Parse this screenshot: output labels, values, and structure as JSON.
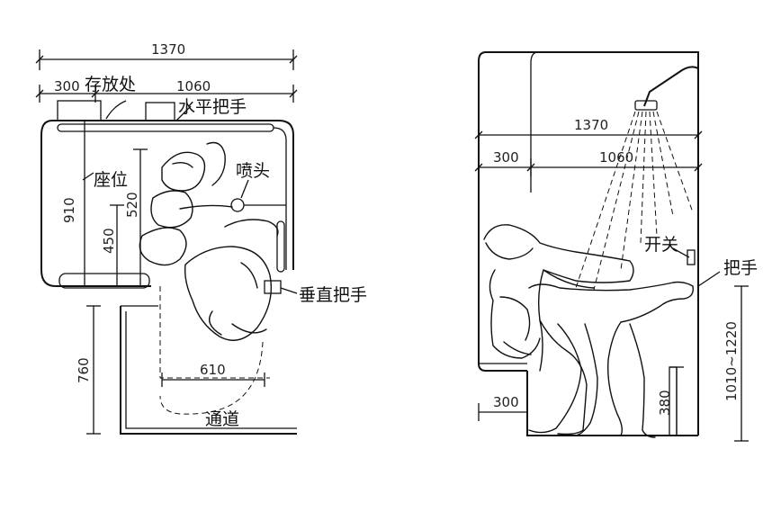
{
  "plan": {
    "dims": {
      "total_width": "1370",
      "storage_width": "300",
      "rail_width": "1060",
      "depth": "910",
      "rail_offset": "520",
      "seat_offset": "450",
      "passage_width": "760",
      "clearance": "610"
    },
    "labels": {
      "storage": "存放处",
      "horizontal_rail": "水平把手",
      "seat": "座位",
      "shower_head": "喷头",
      "vertical_rail": "垂直把手",
      "passage": "通道"
    }
  },
  "elevation": {
    "dims": {
      "total_width": "1370",
      "seat_depth": "300",
      "rail_width": "1060",
      "seat_height": "300",
      "bench_height": "380",
      "grab_height": "1010~1220"
    },
    "labels": {
      "switch": "开关",
      "grab_bar": "把手"
    }
  }
}
